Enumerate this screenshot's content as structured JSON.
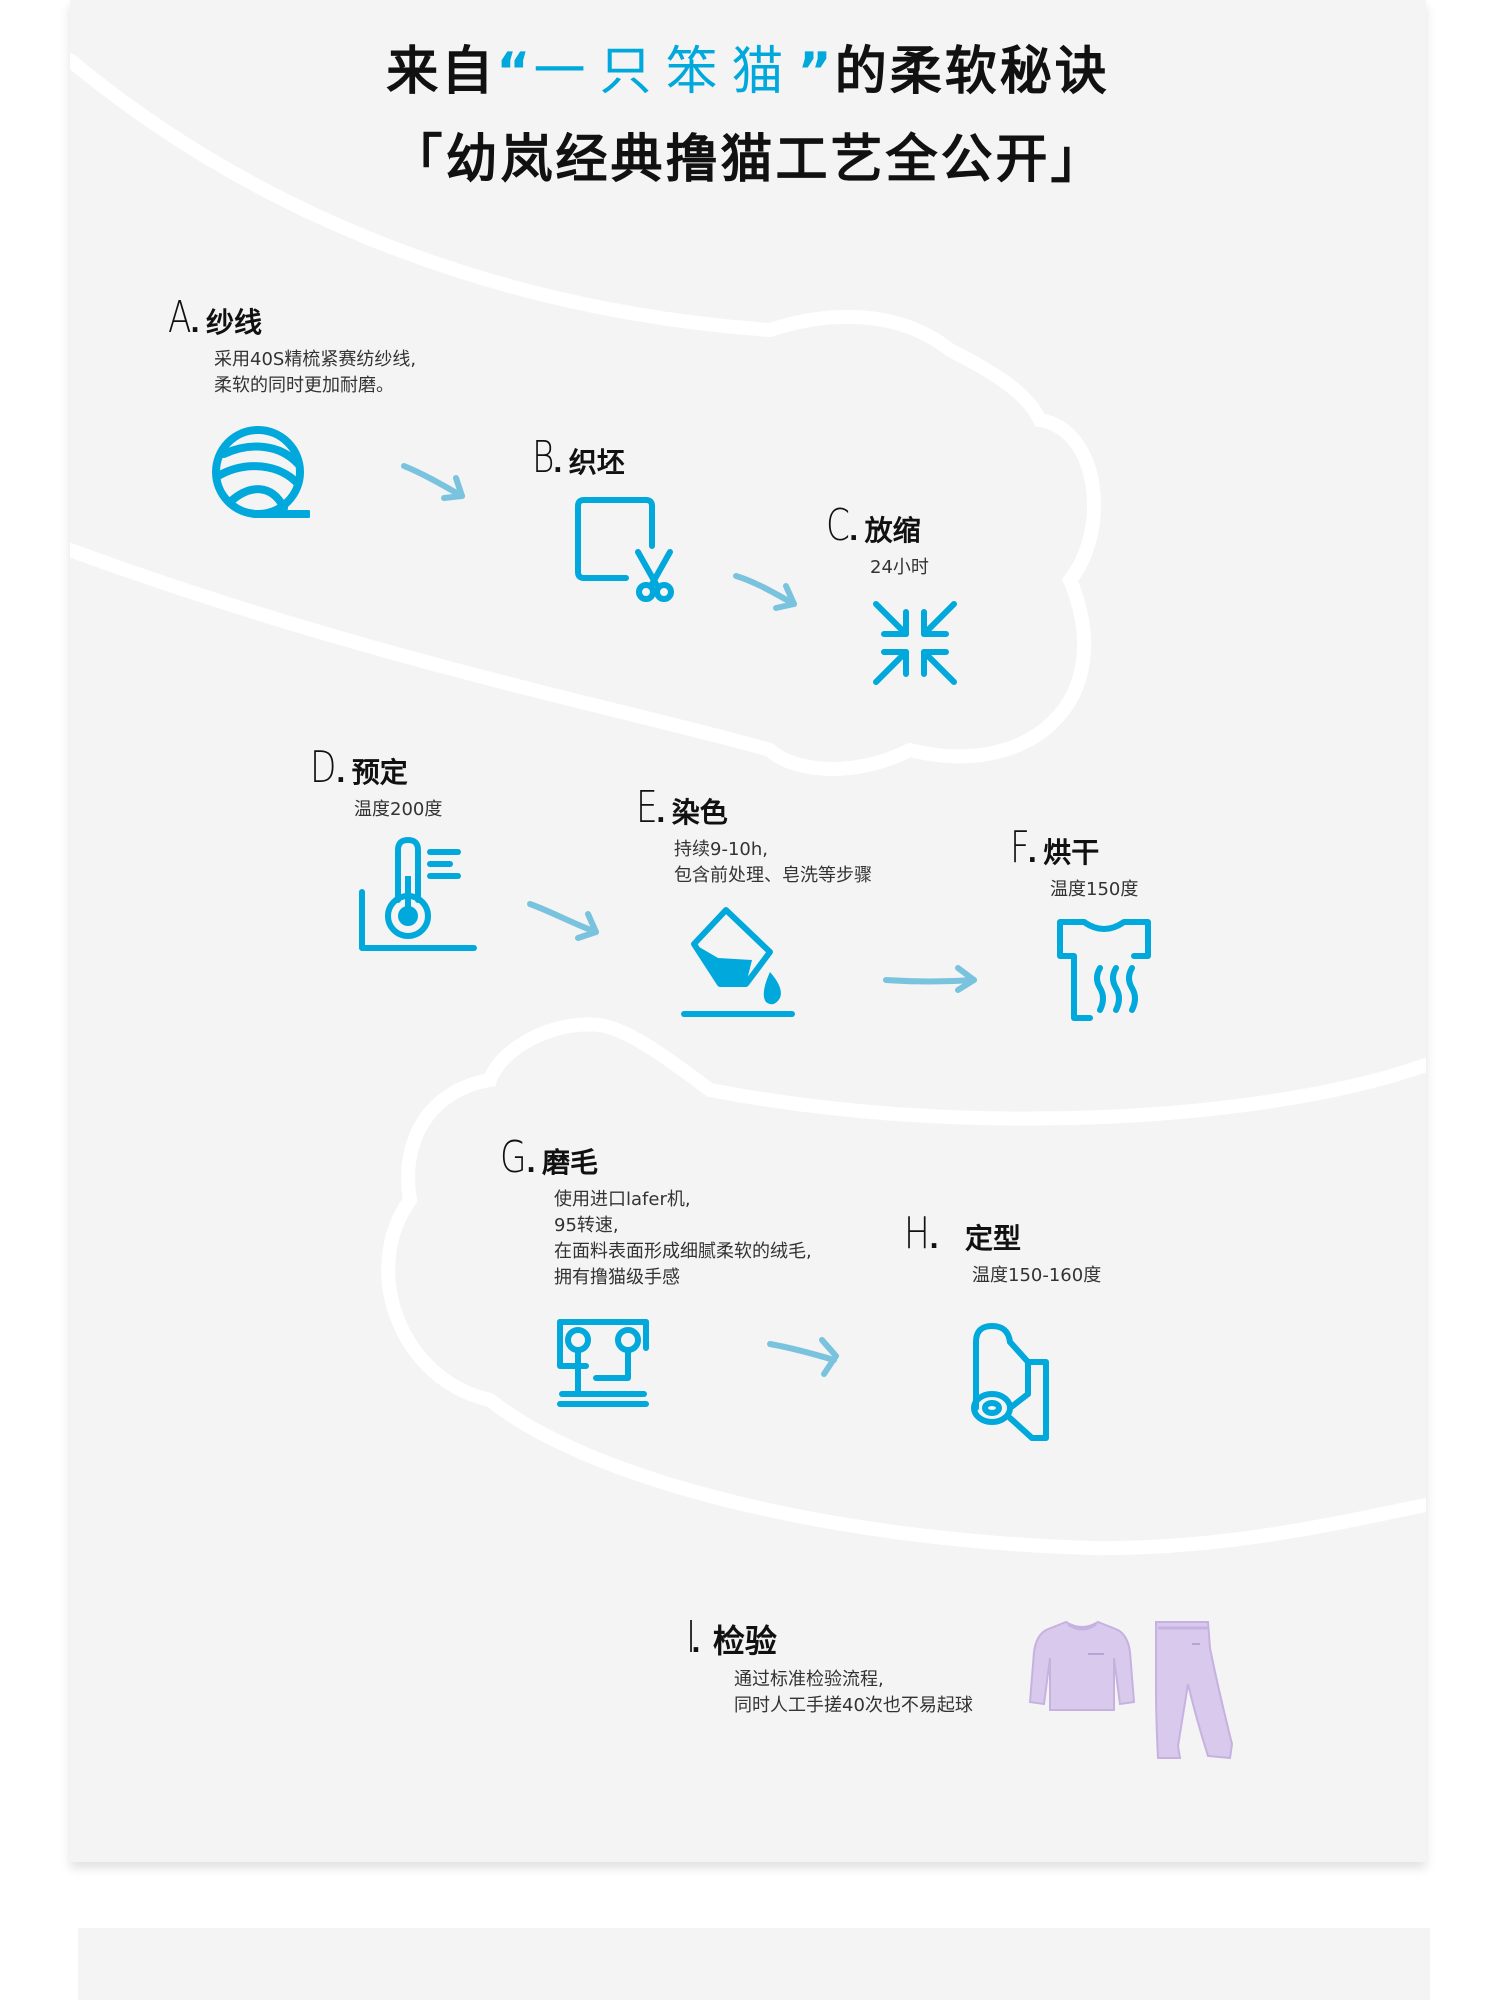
{
  "title": {
    "prefix": "来自",
    "open_quote": "“",
    "highlight": "一只笨猫",
    "close_quote": "”",
    "suffix": "的柔软秘诀",
    "line2": "「幼岚经典撸猫工艺全公开」"
  },
  "colors": {
    "accent": "#00a8dc",
    "arrow": "#7ac3df",
    "panel_bg": "#f4f4f4",
    "product": "#d9c9ec"
  },
  "steps": [
    {
      "letter": "A",
      "name": "纱线",
      "desc": [
        "采用40S精梳紧赛纺纱线,",
        "柔软的同时更加耐磨。"
      ],
      "icon": "yarn-ball-icon"
    },
    {
      "letter": "B",
      "name": "织坯",
      "desc": [],
      "icon": "fabric-cutting-icon"
    },
    {
      "letter": "C",
      "name": "放缩",
      "desc": [
        "24小时"
      ],
      "icon": "shrink-arrows-icon"
    },
    {
      "letter": "D",
      "name": "预定",
      "desc": [
        "温度200度"
      ],
      "icon": "thermometer-icon"
    },
    {
      "letter": "E",
      "name": "染色",
      "desc": [
        "持续9-10h,",
        "包含前处理、皂洗等步骤"
      ],
      "icon": "dye-bucket-icon"
    },
    {
      "letter": "F",
      "name": "烘干",
      "desc": [
        "温度150度"
      ],
      "icon": "drying-shirt-icon"
    },
    {
      "letter": "G",
      "name": "磨毛",
      "desc": [
        "使用进口lafer机,",
        "95转速,",
        "在面料表面形成细腻柔软的绒毛,",
        "拥有撸猫级手感"
      ],
      "icon": "brushing-machine-icon"
    },
    {
      "letter": "H",
      "name": "定型",
      "desc": [
        "温度150-160度"
      ],
      "icon": "fabric-roll-icon"
    },
    {
      "letter": "I",
      "name": "检验",
      "desc": [
        "通过标准检验流程,",
        "同时人工手搓40次也不易起球"
      ],
      "icon": "product-photo"
    }
  ]
}
